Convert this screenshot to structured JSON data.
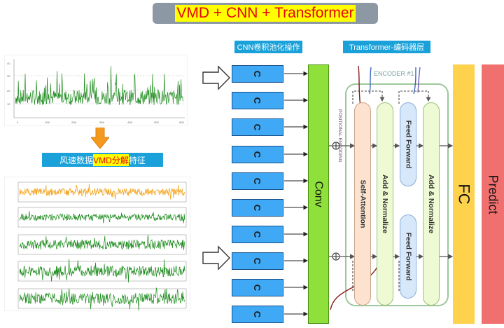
{
  "title": "VMD + CNN + Transformer",
  "cnn_caption": "CNN卷积池化操作",
  "transformer_caption": "Transformer-编码器层",
  "vmd_caption": {
    "before": "风速数据",
    "highlight": "VMD分解",
    "after": "特征"
  },
  "cnn_block_label": "C",
  "cnn_block_count": 10,
  "conv_label": "Conv",
  "fc_label": "FC",
  "predict_label": "Predict",
  "encoder": {
    "title": "ENCODER #1",
    "positional_encoding": "POSITIONAL ENCODING",
    "self_attention": "Self-Attention",
    "add_normalize_1": "Add & Normalize",
    "feed_forward_1": "Feed Forward",
    "feed_forward_2": "Feed Forward",
    "add_normalize_2": "Add & Normalize"
  },
  "colors": {
    "title_bg": "#8c98a3",
    "title_text": "#e8000b",
    "highlight": "#ffff00",
    "caption_bg": "#1aa1d9",
    "cnn_block": "#3fa9f5",
    "conv": "#8fe03a",
    "fc": "#ffd24d",
    "predict": "#f07070",
    "self_attention": "#fde3cf",
    "add_normalize": "#eefad3",
    "feed_forward": "#d7e8fb",
    "encoder_border": "#9cc89a",
    "raw_signal": "#1a8a1a",
    "imf1": "#f5a623"
  }
}
